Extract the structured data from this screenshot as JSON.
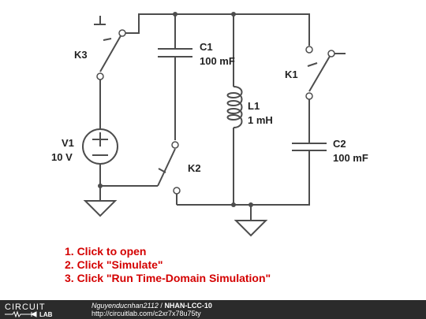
{
  "circuit": {
    "components": [
      {
        "id": "K3",
        "type": "switch"
      },
      {
        "id": "C1",
        "type": "capacitor",
        "value": "100 mF"
      },
      {
        "id": "L1",
        "type": "inductor",
        "value": "1 mH"
      },
      {
        "id": "K1",
        "type": "switch"
      },
      {
        "id": "V1",
        "type": "voltage_source",
        "value": "10 V"
      },
      {
        "id": "K2",
        "type": "switch"
      },
      {
        "id": "C2",
        "type": "capacitor",
        "value": "100 mF"
      }
    ],
    "labels": {
      "K3": "K3",
      "C1": "C1",
      "C1_value": "100 mF",
      "L1": "L1",
      "L1_value": "1 mH",
      "K1": "K1",
      "V1": "V1",
      "V1_value": "10 V",
      "K2": "K2",
      "C2": "C2",
      "C2_value": "100 mF"
    }
  },
  "instructions": [
    "1. Click to open",
    "2. Click \"Simulate\"",
    "3. Click \"Run Time-Domain Simulation\""
  ],
  "footer": {
    "logo_top": "CIRCUIT",
    "logo_bottom": "LAB",
    "author": "Nguyenducnhan2112",
    "separator": " / ",
    "title": "NHAN-LCC-10",
    "url": "http://circuitlab.com/c2xr7x78u75ty"
  }
}
